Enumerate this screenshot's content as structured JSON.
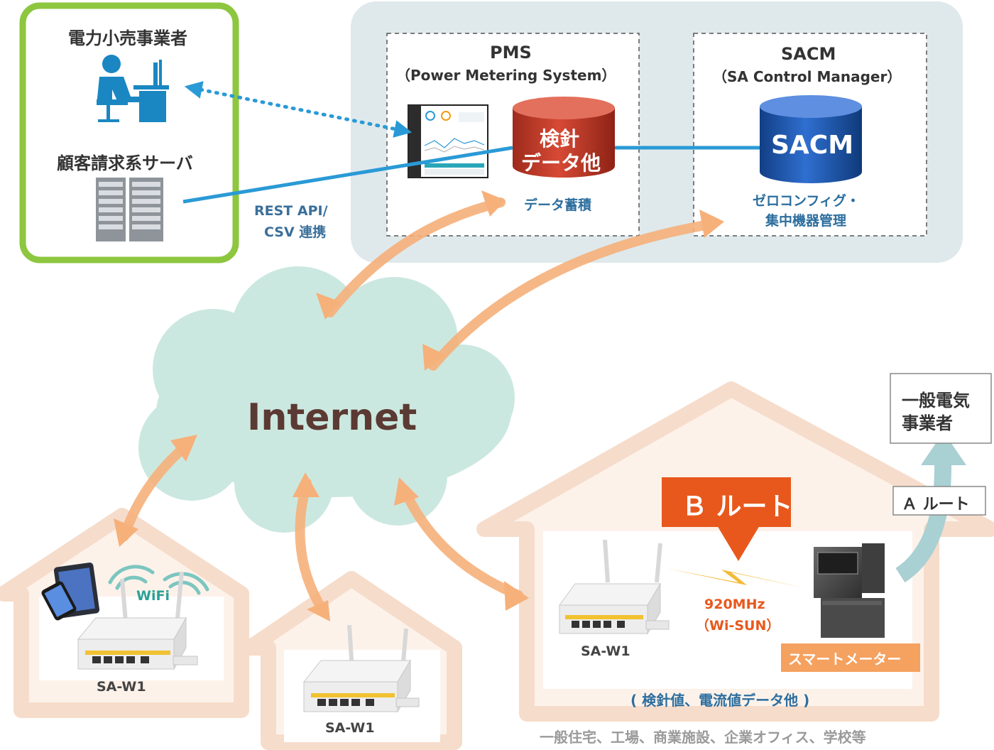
{
  "retailer_panel": {
    "title": "電力小売事業者",
    "server_label": "顧客請求系サーバ",
    "accent": "#8dc63f"
  },
  "cloud_panel": {
    "bg": "#dfe9ec",
    "pms": {
      "title": "PMS",
      "subtitle": "（Power Metering System）",
      "db_line1": "検針",
      "db_line2": "データ他",
      "caption": "データ蓄積",
      "db_color": "#c0392b"
    },
    "sacm": {
      "title": "SACM",
      "subtitle": "（SA Control Manager）",
      "db_label": "SACM",
      "caption_line1": "ゼロコンフィグ・",
      "caption_line2": "集中機器管理",
      "db_color": "#1f5fb4"
    }
  },
  "links": {
    "api_line1": "REST API/",
    "api_line2": "CSV 連携",
    "line_color": "#2a9ad6"
  },
  "internet": {
    "label": "Internet",
    "cloud_color": "#cbe8e0"
  },
  "homes": {
    "left": {
      "wifi": "WiFi",
      "device": "SA-W1"
    },
    "middle": {
      "device": "SA-W1"
    },
    "right": {
      "device": "SA-W1",
      "route_b": "Ｂ ルート",
      "freq_line1": "920MHz",
      "freq_line2": "（Wi-SUN）",
      "meter_label": "スマートメーター",
      "data_label": "( 検針値、電流値データ他 )",
      "footer": "一般住宅、工場、商業施設、企業オフィス、学校等",
      "accent": "#e8581c"
    }
  },
  "utility": {
    "line1": "一般電気",
    "line2": "事業者",
    "route_a": "Ａ ルート"
  }
}
